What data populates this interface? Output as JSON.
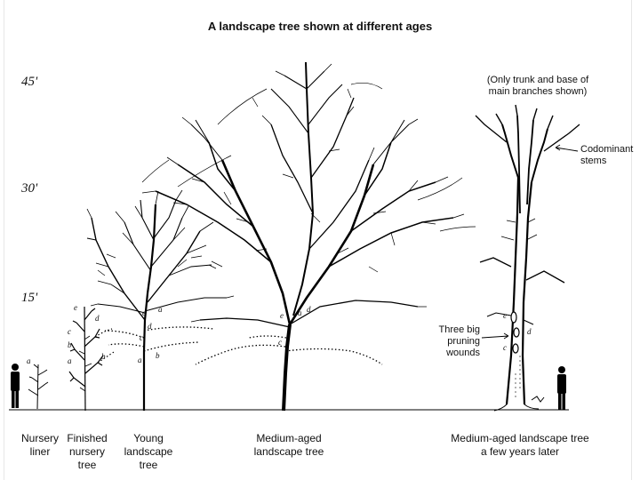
{
  "title": "A landscape tree shown at different ages",
  "heights": [
    "45'",
    "30'",
    "15'"
  ],
  "captions": {
    "liner": [
      "Nursery",
      "liner"
    ],
    "finished": [
      "Finished",
      "nursery",
      "tree"
    ],
    "young": [
      "Young",
      "landscape",
      "tree"
    ],
    "medium": [
      "Medium-aged",
      "landscape tree"
    ],
    "later": [
      "Medium-aged landscape tree",
      "a few years later"
    ]
  },
  "notes": {
    "only_trunk": [
      "(Only trunk and base of",
      "main branches shown)"
    ],
    "codominant": [
      "Codominant",
      "stems"
    ],
    "wounds": [
      "Three big",
      "pruning",
      "wounds"
    ]
  },
  "letters": {
    "liner_a": "a",
    "finished": [
      "e",
      "d",
      "c",
      "b",
      "a",
      "b"
    ],
    "young": [
      "e",
      "a",
      "d",
      "c",
      "a",
      "b"
    ],
    "medium": [
      "e",
      "a",
      "d",
      "c"
    ],
    "later": [
      "e",
      "d",
      "c"
    ]
  }
}
